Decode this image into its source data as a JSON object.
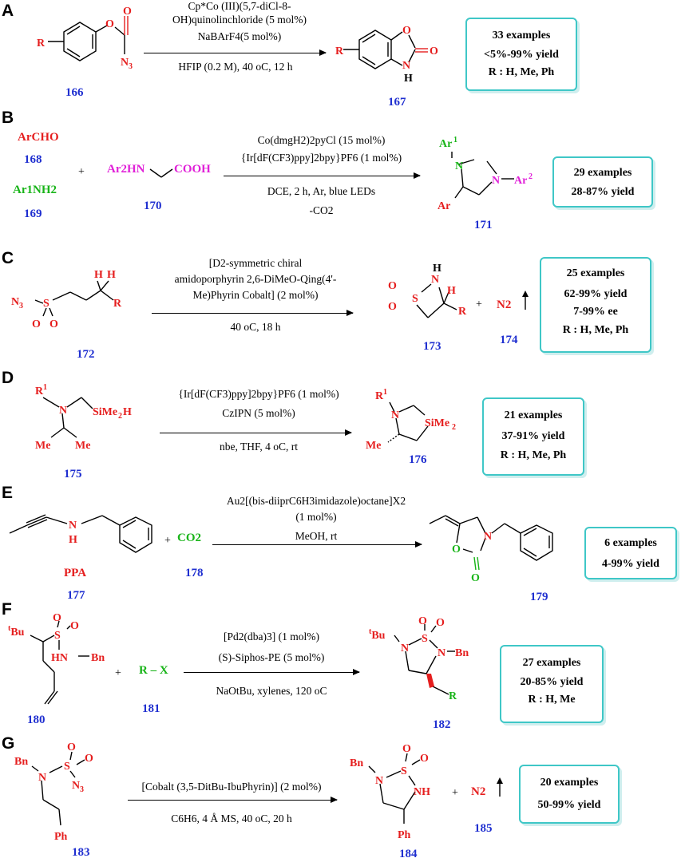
{
  "panels": {
    "A": {
      "letter": "A",
      "conditions": [
        "Cp*Co (III)(5,7-diCl-8-",
        "OH)quinolinchloride (5 mol%)",
        "NaBArF4(5 mol%)",
        "HFIP (0.2 M), 40 oC, 12 h"
      ],
      "reactant_label": "166",
      "product_label": "167",
      "box": [
        "33 examples",
        "<5%-99% yield",
        "R : H, Me, Ph"
      ]
    },
    "B": {
      "letter": "B",
      "reagent1": "ArCHO",
      "label1": "168",
      "reagent2": "Ar1NH2",
      "label2": "169",
      "reagent3": "Ar2HN",
      "reagent3b": "COOH",
      "label3": "170",
      "conditions": [
        "Co(dmgH2)2pyCl (15 mol%)",
        "{Ir[dF(CF3)ppy]2bpy}PF6 (1 mol%)",
        "DCE, 2 h, Ar, blue LEDs",
        "-CO2"
      ],
      "product_label": "171",
      "box": [
        "29 examples",
        "28-87% yield"
      ]
    },
    "C": {
      "letter": "C",
      "conditions": [
        "[D2-symmetric chiral",
        "amidoporphyrin 2,6-DiMeO-Qing(4'-",
        "Me)Phyrin Cobalt] (2 mol%)",
        "40 oC, 18 h"
      ],
      "reactant_label": "172",
      "product_label": "173",
      "byproduct": "N2",
      "byproduct_label": "174",
      "box": [
        "25 examples",
        "62-99% yield",
        "7-99% ee",
        "R : H, Me, Ph"
      ]
    },
    "D": {
      "letter": "D",
      "conditions": [
        "{Ir[dF(CF3)ppy]2bpy}PF6 (1 mol%)",
        "CzIPN (5 mol%)",
        "nbe, THF, 4 oC, rt"
      ],
      "reactant_label": "175",
      "product_label": "176",
      "box": [
        "21 examples",
        "37-91% yield",
        "R : H, Me, Ph"
      ]
    },
    "E": {
      "letter": "E",
      "reactant_name": "PPA",
      "reactant_label": "177",
      "reagent": "CO2",
      "reagent_label": "178",
      "conditions": [
        "Au2[(bis-diiprC6H3imidazole)octane]X2",
        "(1 mol%)",
        "MeOH, rt"
      ],
      "product_label": "179",
      "box": [
        "6 examples",
        "4-99% yield"
      ]
    },
    "F": {
      "letter": "F",
      "conditions": [
        "[Pd2(dba)3]  (1 mol%)",
        "(S)-Siphos-PE (5 mol%)",
        "NaOtBu, xylenes, 120 oC"
      ],
      "reactant_label": "180",
      "reagent": "R – X",
      "reagent_label": "181",
      "product_label": "182",
      "box": [
        "27 examples",
        "20-85% yield",
        "R : H, Me"
      ]
    },
    "G": {
      "letter": "G",
      "conditions": [
        "[Cobalt (3,5-DitBu-IbuPhyrin)] (2 mol%)",
        "C6H6, 4 Å MS, 40 oC, 20 h"
      ],
      "reactant_label": "183",
      "product_label": "184",
      "byproduct": "N2",
      "byproduct_label": "185",
      "box": [
        "20 examples",
        "50-99% yield"
      ]
    }
  },
  "colors": {
    "heteroatom": "#e51e1e",
    "label": "#1f2fd0",
    "box_border": "#3fc7c7",
    "green": "#18b418",
    "magenta": "#e020d8"
  }
}
